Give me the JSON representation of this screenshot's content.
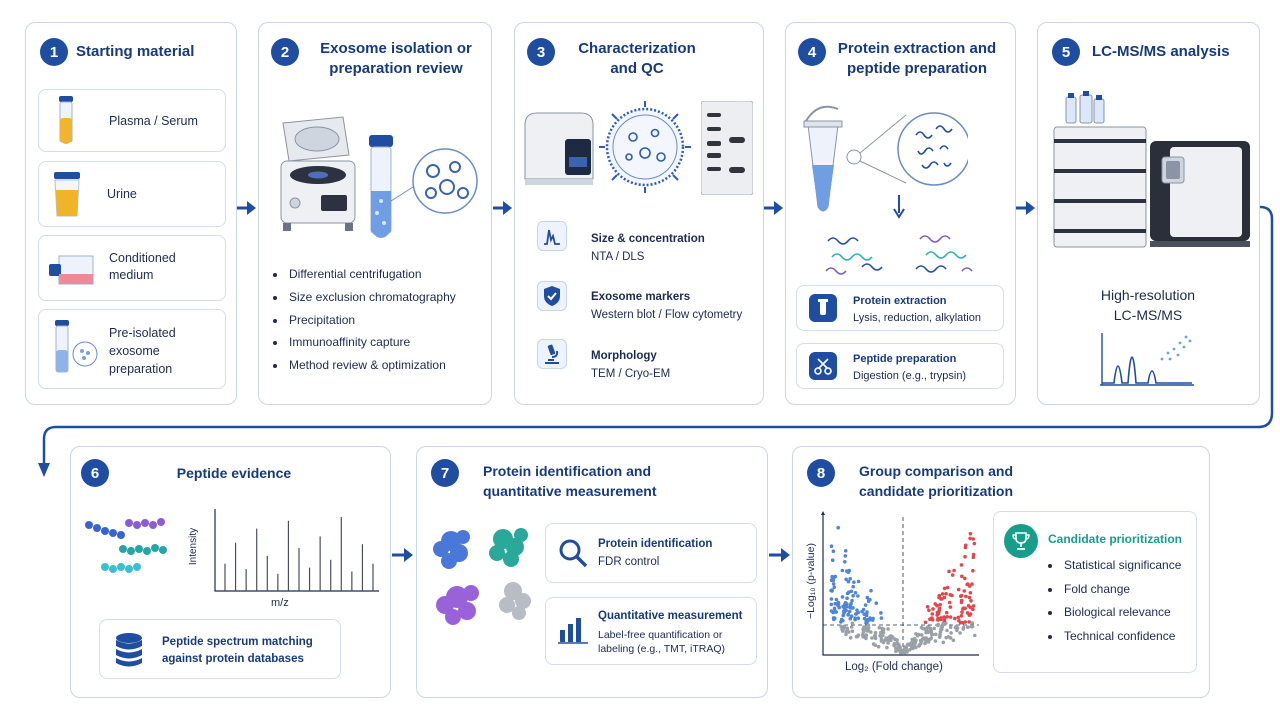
{
  "steps": [
    {
      "num": "1",
      "title": "Starting material"
    },
    {
      "num": "2",
      "title": "Exosome isolation or preparation review"
    },
    {
      "num": "3",
      "title": "Characterization and QC"
    },
    {
      "num": "4",
      "title": "Protein extraction and peptide preparation"
    },
    {
      "num": "5",
      "title": "LC-MS/MS analysis"
    },
    {
      "num": "6",
      "title": "Peptide evidence"
    },
    {
      "num": "7",
      "title": "Protein identification and quantitative measurement"
    },
    {
      "num": "8",
      "title": "Group comparison and candidate prioritization"
    }
  ],
  "step1": {
    "items": [
      "Plasma / Serum",
      "Urine",
      "Conditioned medium",
      "Pre-isolated exosome preparation"
    ]
  },
  "step2": {
    "methods": [
      "Differential centrifugation",
      "Size exclusion chromatography",
      "Precipitation",
      "Immunoaffinity capture",
      "Method review & optimization"
    ]
  },
  "step3": {
    "checks": [
      {
        "title": "Size & concentration",
        "detail": "NTA / DLS",
        "icon": "histogram-icon"
      },
      {
        "title": "Exosome markers",
        "detail": "Western blot / Flow cytometry",
        "icon": "shield-check-icon"
      },
      {
        "title": "Morphology",
        "detail": "TEM / Cryo-EM",
        "icon": "microscope-icon"
      }
    ]
  },
  "step4": {
    "boxes": [
      {
        "title": "Protein extraction",
        "detail": "Lysis, reduction, alkylation",
        "icon": "tube-icon"
      },
      {
        "title": "Peptide preparation",
        "detail": "Digestion (e.g., trypsin)",
        "icon": "scissors-icon"
      }
    ]
  },
  "step5": {
    "caption_line1": "High-resolution",
    "caption_line2": "LC-MS/MS"
  },
  "step6": {
    "ylabel": "Intensity",
    "xlabel": "m/z",
    "box": "Peptide spectrum matching against protein databases",
    "spectrum": [
      0.35,
      0.62,
      0.28,
      0.8,
      0.45,
      0.22,
      0.9,
      0.55,
      0.3,
      0.7,
      0.4,
      0.95,
      0.25,
      0.6,
      0.35
    ]
  },
  "step7": {
    "boxes": [
      {
        "title": "Protein identification",
        "detail": "FDR control",
        "icon": "magnifier-icon"
      },
      {
        "title": "Quantitative measurement",
        "detail": "Label-free quantification or labeling (e.g., TMT, iTRAQ)",
        "icon": "bar-chart-icon"
      }
    ]
  },
  "step8": {
    "xlabel": "Log₂ (Fold change)",
    "ylabel": "−Log₁₀ (p-value)",
    "box_title": "Candidate prioritization",
    "criteria": [
      "Statistical significance",
      "Fold change",
      "Biological relevance",
      "Technical confidence"
    ],
    "colors": {
      "down": "#4f86d6",
      "up": "#e0484c",
      "ns": "#9aa0a8"
    }
  }
}
